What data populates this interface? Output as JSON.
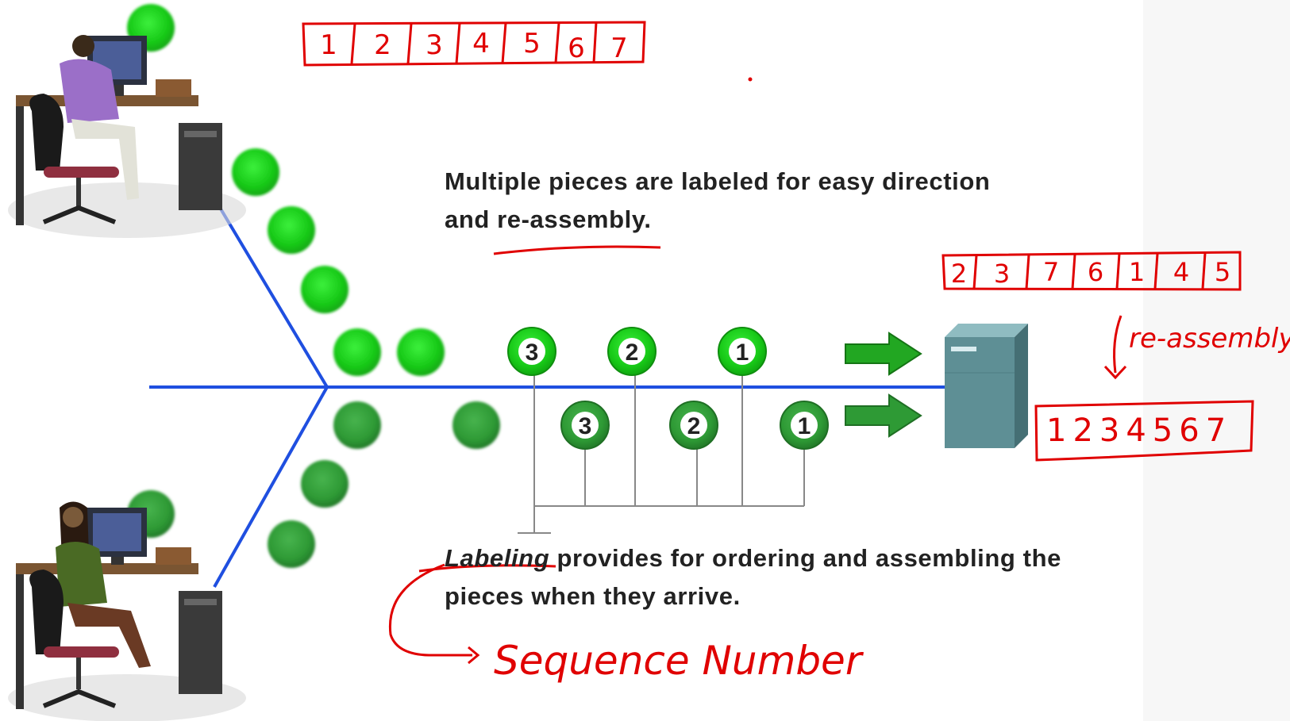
{
  "captions": {
    "top_line1": "Multiple pieces are labeled for easy direction",
    "top_line2": "and re-assembly.",
    "bottom_line1_italic": "Labeling",
    "bottom_line1_rest": " provides for ordering and assembling the",
    "bottom_line2": "pieces when they arrive."
  },
  "segment_labels": {
    "upper": [
      "3",
      "2",
      "1"
    ],
    "lower": [
      "3",
      "2",
      "1"
    ]
  },
  "annotations": {
    "sent_order": [
      "1",
      "2",
      "3",
      "4",
      "5",
      "6",
      "7"
    ],
    "received_order": [
      "2",
      "3",
      "7",
      "6",
      "1",
      "4",
      "5"
    ],
    "reassembly_note": "re-assembly",
    "reassembled": "1234567",
    "labeling_note": "Sequence Number"
  },
  "colors": {
    "network_line": "#1f4fe0",
    "bright_packet": "#1fd21f",
    "dark_packet": "#2e9a35",
    "ink": "#e00000",
    "server": "#5e8f95"
  }
}
